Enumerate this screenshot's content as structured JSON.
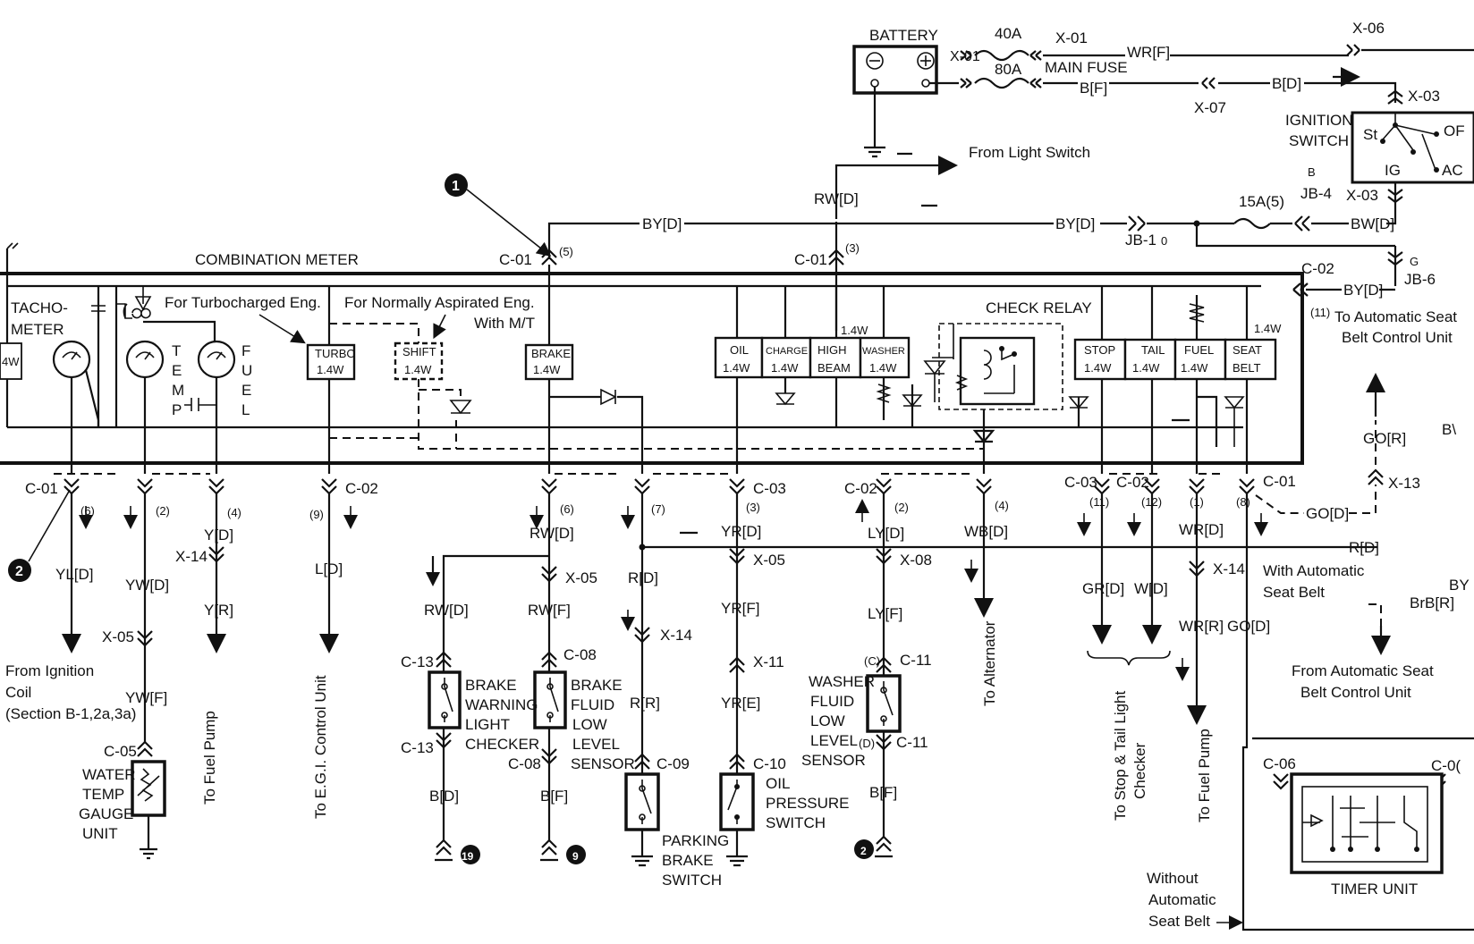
{
  "power": {
    "battery": "BATTERY",
    "fuse_40a": "40A",
    "fuse_80a": "80A",
    "main_fuse": "MAIN FUSE",
    "x01a": "X-01",
    "x01b": "X-01",
    "x06": "X-06",
    "x07": "X-07",
    "x03a": "X-03",
    "x03b": "X-03",
    "wr_f": "WR[F]",
    "b_f": "B[F]",
    "b_d": "B[D]",
    "ign_switch_1": "IGNITION",
    "ign_switch_2": "SWITCH",
    "st": "St",
    "ig": "IG",
    "off": "OF",
    "acc": "AC",
    "from_light_switch": "From Light Switch",
    "rw_d_top": "RW[D]",
    "by_d_1": "BY[D]",
    "by_d_2": "BY[D]",
    "by_d_3": "BY[D]",
    "jb1": "JB-1",
    "jb1_pin": "0",
    "fuse_15a": "15A(5)",
    "jb4_pin": "B",
    "jb4": "JB-4",
    "bw_d": "BW[D]",
    "c02_top": "C-02",
    "jb6_pin": "G",
    "jb6": "JB-6",
    "auto_seat_1": "To Automatic Seat",
    "auto_seat_2": "Belt Control Unit",
    "c01_pin11": "(11)"
  },
  "meter": {
    "title": "COMBINATION METER",
    "c01_a": "C-01",
    "c01_a_pin": "(5)",
    "c01_b": "C-01",
    "c01_b_pin": "(3)",
    "tacho_1": "TACHO-",
    "tacho_2": "METER",
    "watt_left": "4W",
    "temp": [
      "T",
      "E",
      "M",
      "P"
    ],
    "fuel": [
      "F",
      "U",
      "E",
      "L"
    ],
    "turbo_note": "For Turbocharged Eng.",
    "na_note_1": "For Normally Aspirated Eng.",
    "na_note_2": "With M/T",
    "turbo": "TURBO",
    "shift": "SHIFT",
    "brake": "BRAKE",
    "oil": "OIL",
    "charge": "CHARGE",
    "high_1": "HIGH",
    "high_2": "BEAM",
    "washer": "WASHER",
    "check_relay": "CHECK RELAY",
    "stop": "STOP",
    "tail": "TAIL",
    "fuel_lamp": "FUEL",
    "seat_1": "SEAT",
    "seat_2": "BELT",
    "w14": "1.4W",
    "w14_high": "1.4W",
    "w14_seat": "1.4W"
  },
  "bottom": {
    "c01_l": "C-01",
    "p6a": "(6)",
    "p2a": "(2)",
    "p4a": "(4)",
    "c02_l": "C-02",
    "p9": "(9)",
    "p6b": "(6)",
    "p7": "(7)",
    "c03_m": "C-03",
    "p3": "(3)",
    "c02_m": "C-02",
    "p2b": "(2)",
    "p4b": "(4)",
    "c03_r": "C-03",
    "p11": "(11)",
    "c02_r": "C-02",
    "p12": "(12)",
    "p1": "(1)",
    "p8": "(8)",
    "c01_r": "C-01",
    "marker1": "1",
    "marker2": "2",
    "yl_d": "YL[D]",
    "yw_d": "YW[D]",
    "y_d": "Y[D]",
    "x14_a": "X-14",
    "y_r": "Y[R]",
    "x05_a": "X-05",
    "yw_f": "YW[F]",
    "from_ign_1": "From Ignition",
    "from_ign_2": "Coil",
    "from_ign_3": "(Section B-1,2a,3a)",
    "c05": "C-05",
    "wtg_1": "WATER",
    "wtg_2": "TEMP",
    "wtg_3": "GAUGE",
    "wtg_4": "UNIT",
    "to_fuel_pump_1": "To Fuel Pump",
    "l_d": "L[D]",
    "to_egi": "To E.G.I. Control Unit",
    "rw_d_b": "RW[D]",
    "rw_d_c": "RW[D]",
    "x05_b": "X-05",
    "rw_f": "RW[F]",
    "c13_a": "C-13",
    "c13_b": "C-13",
    "bwl_1": "BRAKE",
    "bwl_2": "WARNING",
    "bwl_3": "LIGHT",
    "bwl_4": "CHECKER",
    "c08_a": "C-08",
    "c08_b": "C-08",
    "bfl_1": "BRAKE",
    "bfl_2": "FLUID",
    "bfl_3": "LOW",
    "bfl_4": "LEVEL",
    "bfl_5": "SENSOR",
    "b_d_1": "B[D]",
    "b_f_1": "B[F]",
    "gnd_19": "19",
    "gnd_9": "9",
    "r_d": "R[D]",
    "x14_b": "X-14",
    "r_r": "R[R]",
    "c09": "C-09",
    "pbs_1": "PARKING",
    "pbs_2": "BRAKE",
    "pbs_3": "SWITCH",
    "yr_d": "YR[D]",
    "x05_c": "X-05",
    "yr_f": "YR[F]",
    "x11_a": "X-11",
    "yr_e": "YR[E]",
    "c10": "C-10",
    "ops_1": "OIL",
    "ops_2": "PRESSURE",
    "ops_3": "SWITCH",
    "ly_d": "LY[D]",
    "x08": "X-08",
    "ly_f": "LY[F]",
    "c11_pin_c": "(C)",
    "c11_a": "C-11",
    "c11_pin_d": "(D)",
    "c11_b": "C-11",
    "wfl_1": "WASHER",
    "wfl_2": "FLUID",
    "wfl_3": "LOW",
    "wfl_4": "LEVEL",
    "wfl_5": "SENSOR",
    "b_f_2": "B[F]",
    "gnd_2": "2",
    "wb_d": "WB[D]",
    "to_alt": "To Alternator",
    "gr_d": "GR[D]",
    "w_d": "W[D]",
    "to_stop_1": "To Stop & Tail Light",
    "to_stop_2": "Checker",
    "wr_d": "WR[D]",
    "x14_c": "X-14",
    "wr_r": "WR[R]",
    "go_d_a": "GO[D]",
    "to_fuel_pump_2": "To Fuel Pump",
    "r_d_line": "R[D]",
    "go_d_b": "GO[D]",
    "go_r": "GO[R]",
    "x13": "X-13",
    "bv": "B\\",
    "with_auto_1": "With Automatic",
    "with_auto_2": "Seat Belt",
    "by_r": "BY",
    "brb_r": "BrB[R]",
    "from_auto_1": "From Automatic Seat",
    "from_auto_2": "Belt Control Unit",
    "c06": "C-06",
    "c0x": "C-0(",
    "timer": "TIMER UNIT",
    "without_1": "Without",
    "without_2": "Automatic",
    "without_3": "Seat Belt"
  }
}
